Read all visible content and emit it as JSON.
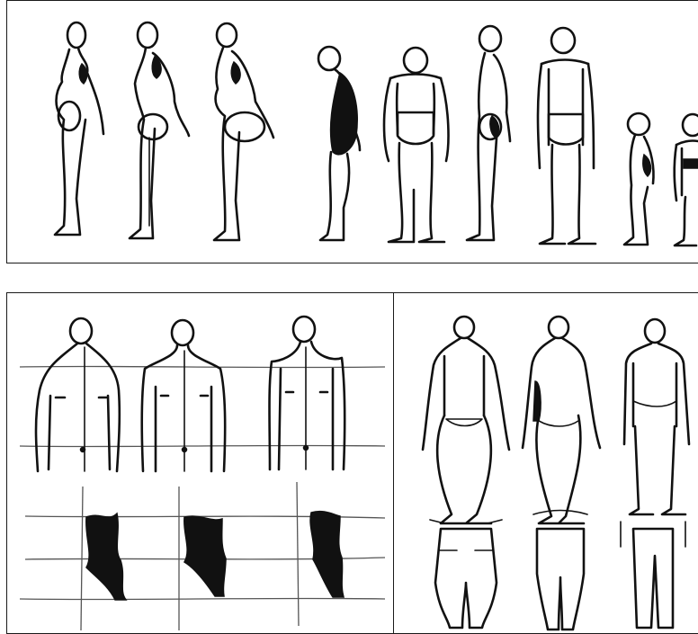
{
  "panels": {
    "top": {
      "subject": "posture-silhouettes"
    },
    "bottom_left": {
      "subject": "shoulder-and-back-comparison"
    },
    "bottom_right": {
      "subject": "figure-and-trouser-fit"
    }
  },
  "colors": {
    "ink": "#111111",
    "guide": "#555555",
    "paper": "#ffffff"
  }
}
